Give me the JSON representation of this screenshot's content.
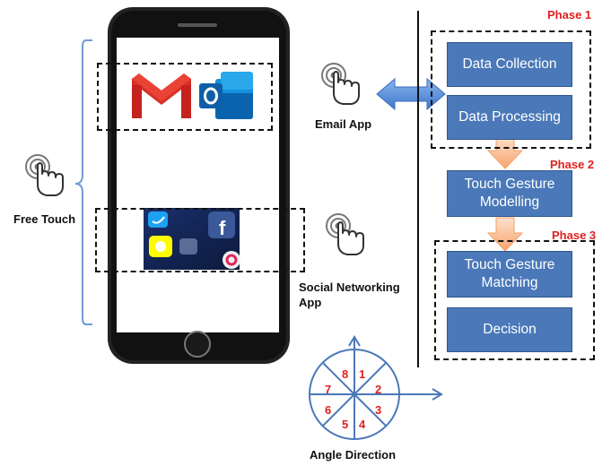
{
  "left": {
    "free_touch_label": "Free Touch",
    "email_label": "Email App",
    "social_label_line1": "Social Networking",
    "social_label_line2": "App"
  },
  "phases": {
    "phase1": "Phase 1",
    "phase2": "Phase 2",
    "phase3": "Phase 3"
  },
  "boxes": {
    "data_collection": "Data Collection",
    "data_processing": "Data Processing",
    "touch_modelling_line1": "Touch Gesture",
    "touch_modelling_line2": "Modelling",
    "touch_matching_line1": "Touch Gesture",
    "touch_matching_line2": "Matching",
    "decision": "Decision"
  },
  "angle": {
    "title": "Angle Direction",
    "sectors": [
      "1",
      "2",
      "3",
      "4",
      "5",
      "6",
      "7",
      "8"
    ]
  },
  "colors": {
    "box_fill": "#4a78b8",
    "phase_text": "#e01f1f",
    "flow_arrow": "#f9b98a",
    "double_arrow": "#5b8fd6"
  }
}
